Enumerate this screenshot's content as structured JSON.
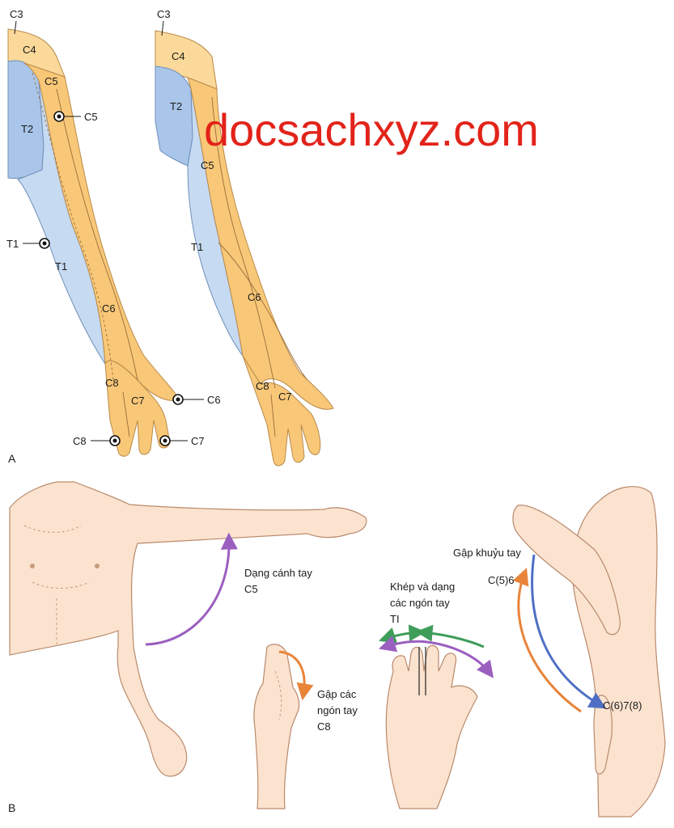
{
  "watermark": "docsachxyz.com",
  "panel_a": {
    "letter": "A",
    "left_arm": {
      "region_labels": [
        "C3",
        "C4",
        "C5",
        "T2",
        "T1",
        "C6",
        "C8",
        "C7"
      ],
      "test_points": [
        "C5",
        "T1",
        "C6",
        "C8",
        "C7"
      ]
    },
    "right_arm": {
      "region_labels": [
        "C3",
        "C4",
        "T2",
        "C5",
        "T1",
        "C6",
        "C8",
        "C7"
      ]
    }
  },
  "panel_b": {
    "letter": "B",
    "shoulder_abduction": {
      "line1": "Dạng cánh tay",
      "line2": "C5"
    },
    "finger_flexion": {
      "line1": "Gập các",
      "line2": "ngón tay",
      "line3": "C8"
    },
    "finger_ab_adduction": {
      "line1": "Khép và dạng",
      "line2": "các ngón tay",
      "line3": "TI"
    },
    "elbow_flexion": {
      "title": "Gập khuỷu tay",
      "upper": "C(5)6",
      "lower": "C(6)7(8)"
    }
  },
  "colors": {
    "dermatome_orange": "#f8c878",
    "dermatome_blue": "#a9c6ea",
    "arrow_purple": "#9b5fc0",
    "arrow_orange": "#e8843a",
    "arrow_green": "#3f9d5a",
    "arrow_blue": "#4f6fc4",
    "watermark_red": "#e2231a"
  }
}
